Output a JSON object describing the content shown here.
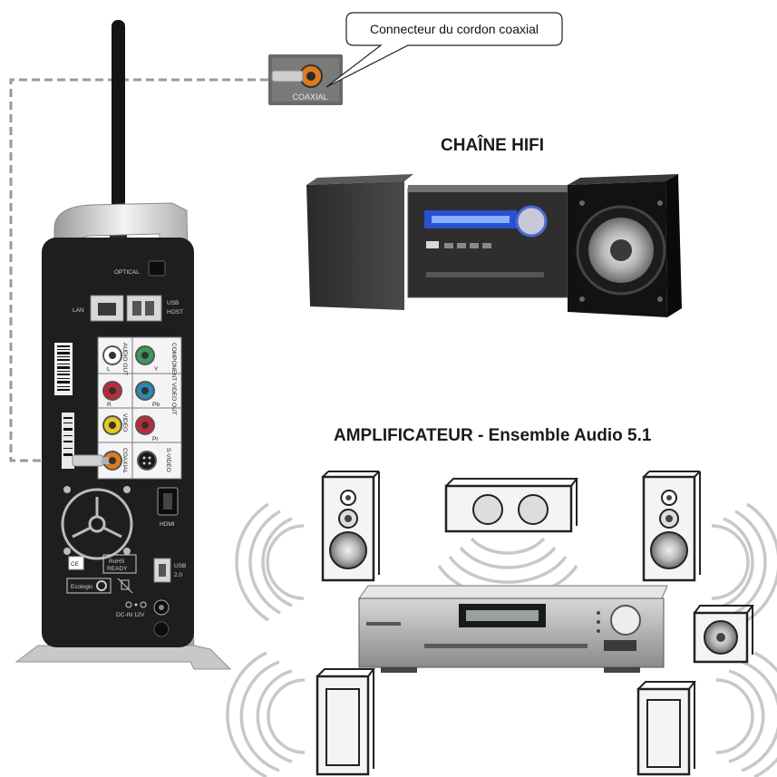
{
  "callout": {
    "text": "Connecteur du cordon coaxial"
  },
  "coax_plate": {
    "label": "COAXIAL"
  },
  "hifi": {
    "heading": "CHAÎNE HIFI"
  },
  "amp": {
    "heading": "AMPLIFICATEUR - Ensemble Audio 5.1"
  },
  "player": {
    "optical": "OPTICAL",
    "lan": "LAN",
    "usb_host_1": "USB",
    "usb_host_2": "HOST",
    "audio_out": "AUDIO OUT",
    "component_video_out": "COMPONENT VIDEO OUT",
    "video": "VIDEO",
    "coaxial_vertical": "COAXIAL",
    "s_video": "S-VIDEO",
    "l": "L",
    "r": "R",
    "y": "Y",
    "pb": "Pb",
    "pr": "Pr",
    "hdmi": "HDMI",
    "ce": "CE",
    "rohs_1": "RoHS",
    "rohs_2": "READY",
    "ecologic": "Ecologic",
    "usb2_1": "USB",
    "usb2_2": "2.0",
    "dc_in": "DC-IN 12V"
  },
  "colors": {
    "cable": "#9a9a9a",
    "device": "#1e1e1e",
    "rca_orange": "#e07a20",
    "rca_green": "#3a9a5a",
    "rca_blue": "#2a8ab0",
    "rca_red": "#c0283a",
    "rca_yellow": "#e8c820",
    "display_blue": "#2a50d0",
    "sound_wave": "#c8c8c8"
  }
}
